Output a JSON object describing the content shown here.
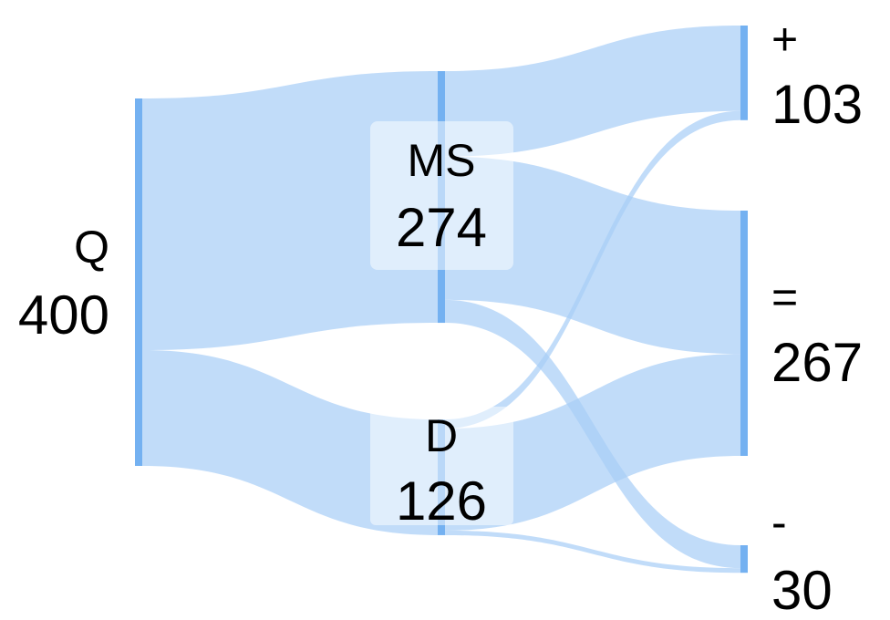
{
  "diagram": {
    "type": "sankey",
    "colors": {
      "link": "#a7cdf6",
      "link_dense": "#8fbff3",
      "node_bar": "#74b1f1",
      "label_bg": "#ffffff",
      "text": "#000000"
    },
    "nodes": [
      {
        "id": "Q",
        "name": "Q",
        "value": "400"
      },
      {
        "id": "MS",
        "name": "MS",
        "value": "274"
      },
      {
        "id": "D",
        "name": "D",
        "value": "126"
      },
      {
        "id": "plus",
        "name": "+",
        "value": "103"
      },
      {
        "id": "equal",
        "name": "=",
        "value": "267"
      },
      {
        "id": "minus",
        "name": "-",
        "value": "30"
      }
    ],
    "links": [
      {
        "source": "Q",
        "target": "MS",
        "value": 274
      },
      {
        "source": "Q",
        "target": "D",
        "value": 126
      },
      {
        "source": "MS",
        "target": "plus",
        "value": 93
      },
      {
        "source": "MS",
        "target": "equal",
        "value": 156
      },
      {
        "source": "MS",
        "target": "minus",
        "value": 25
      },
      {
        "source": "D",
        "target": "plus",
        "value": 10
      },
      {
        "source": "D",
        "target": "equal",
        "value": 111
      },
      {
        "source": "D",
        "target": "minus",
        "value": 5
      }
    ]
  }
}
